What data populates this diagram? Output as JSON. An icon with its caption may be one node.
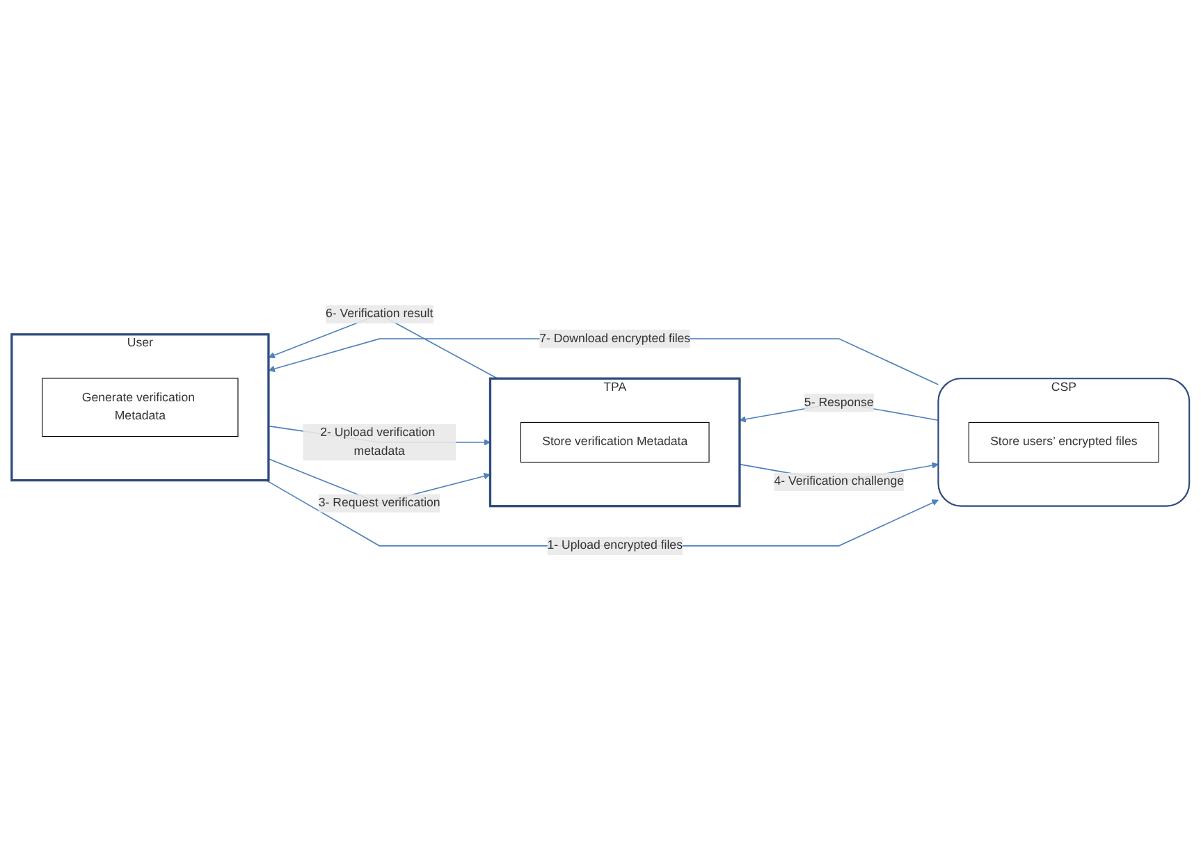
{
  "diagram": {
    "nodes": [
      {
        "text": [
          "TPA"
        ]
      },
      {
        "text": [
          "Store verification Metadata"
        ],
        "in": 0
      },
      {
        "text": [
          "User"
        ]
      },
      {
        "text": [
          "Generate verification Metadata"
        ],
        "in": 2
      },
      {
        "text": [
          "CSP"
        ]
      },
      {
        "text": [
          "Store users’ encrypted files"
        ],
        "in": 4
      }
    ],
    "edges": [
      {
        "from": 0,
        "to": 2,
        "arrow": "to",
        "label": "6- Verification result"
      },
      {
        "from": 2,
        "to": 0,
        "arrow": "to",
        "label": "2- Upload verification metadata"
      },
      {
        "from": 2,
        "to": 0,
        "arrow": "to",
        "label": "3- Request verification"
      },
      {
        "from": 4,
        "to": 0,
        "arrow": "to",
        "label": "5- Response"
      },
      {
        "from": 0,
        "to": 4,
        "arrow": "to",
        "label": "4- Verification challenge"
      },
      {
        "from": 4,
        "to": 2,
        "arrow": "to",
        "label": "7- Download encrypted files"
      },
      {
        "from": 2,
        "to": 4,
        "arrow": "to",
        "label": "1- Upload encrypted files"
      }
    ]
  }
}
